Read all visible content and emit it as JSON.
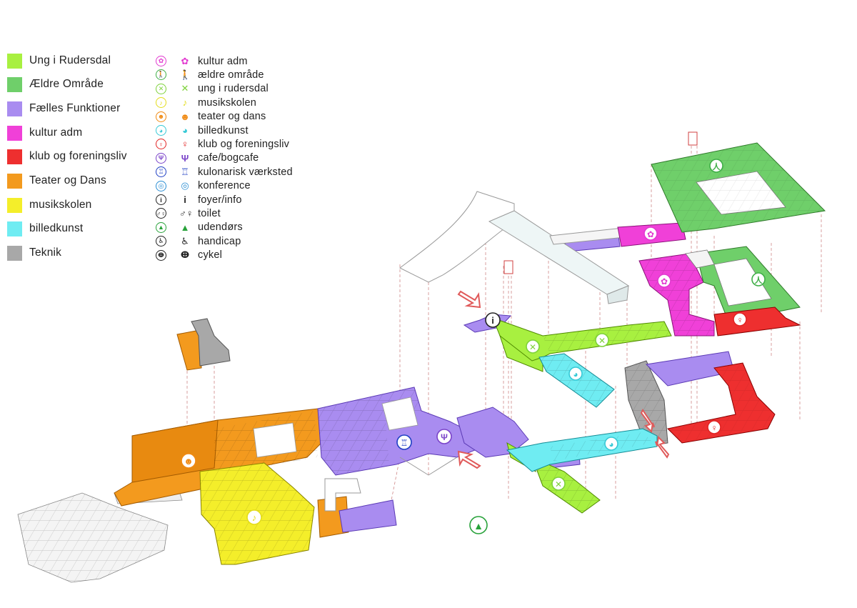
{
  "legend_colors": [
    {
      "label": "Ung i Rudersdal",
      "color": "#a8f040"
    },
    {
      "label": "Ældre Område",
      "color": "#6fcf6a"
    },
    {
      "label": "Fælles Funktioner",
      "color": "#a98cf0"
    },
    {
      "label": "kultur adm",
      "color": "#f040d8"
    },
    {
      "label": "klub og foreningsliv",
      "color": "#ee2f2f"
    },
    {
      "label": "Teater og Dans",
      "color": "#f39a1e"
    },
    {
      "label": "musikskolen",
      "color": "#f4ee2a"
    },
    {
      "label": "billedkunst",
      "color": "#6fecf2"
    },
    {
      "label": "Teknik",
      "color": "#a8a8a8"
    }
  ],
  "legend_icons": [
    {
      "label": "kultur adm",
      "icon": "gear-flower-icon",
      "glyph": "✿",
      "color": "#e23ad0"
    },
    {
      "label": "ældre område",
      "icon": "walking-person-icon",
      "glyph": "🚶",
      "color": "#3fae47"
    },
    {
      "label": "ung i rudersdal",
      "icon": "jumping-person-icon",
      "glyph": "✕",
      "color": "#7ed23a"
    },
    {
      "label": "musikskolen",
      "icon": "music-note-icon",
      "glyph": "♪",
      "color": "#e3dc1a"
    },
    {
      "label": "teater og dans",
      "icon": "theatre-mask-icon",
      "glyph": "☻",
      "color": "#f08a12"
    },
    {
      "label": "billedkunst",
      "icon": "palette-icon",
      "glyph": "◕",
      "color": "#37c9d6"
    },
    {
      "label": "klub og foreningsliv",
      "icon": "balloon-icon",
      "glyph": "♀",
      "color": "#e22424"
    },
    {
      "label": "cafe/bogcafe",
      "icon": "cutlery-icon",
      "glyph": "Ψ",
      "color": "#7a43c9"
    },
    {
      "label": "kulonarisk værksted",
      "icon": "cooking-icon",
      "glyph": "♖",
      "color": "#1f3fc4"
    },
    {
      "label": "konference",
      "icon": "planet-icon",
      "glyph": "◎",
      "color": "#2a8ed4"
    },
    {
      "label": "foyer/info",
      "icon": "info-icon",
      "glyph": "i",
      "color": "#222222"
    },
    {
      "label": "toilet",
      "icon": "toilet-icon",
      "glyph": "♂♀",
      "color": "#222222"
    },
    {
      "label": "udendørs",
      "icon": "tree-icon",
      "glyph": "▲",
      "color": "#28a23a"
    },
    {
      "label": "handicap",
      "icon": "wheelchair-icon",
      "glyph": "♿",
      "color": "#222222"
    },
    {
      "label": "cykel",
      "icon": "bicycle-icon",
      "glyph": "ⴲ",
      "color": "#222222"
    }
  ]
}
